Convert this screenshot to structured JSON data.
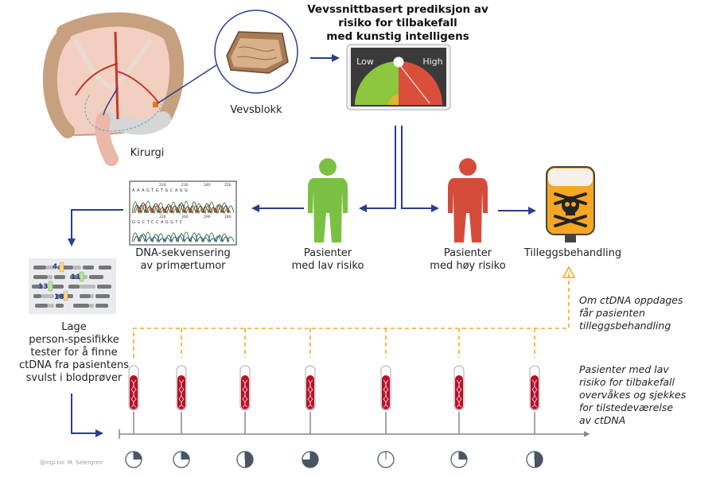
{
  "title_lines": [
    "Vevssnittbasert prediksjon av",
    "risiko for tilbakefall",
    "med kunstig intelligens"
  ],
  "gauge": {
    "low": "Low",
    "high": "High",
    "colors": {
      "low": "#8dc63f",
      "high": "#d94f3a",
      "yellow": "#f2b233"
    }
  },
  "labels": {
    "surgery": "Kirurgi",
    "tissue_block": "Vevsblokk",
    "low_risk": [
      "Pasienter",
      "med lav risiko"
    ],
    "high_risk": [
      "Pasienter",
      "med høy risiko"
    ],
    "extra_treatment": "Tilleggsbehandling",
    "dna_seq": [
      "DNA-sekvensering",
      "av primærtumor"
    ],
    "person_tests": [
      "Lage",
      "person-spesifikke",
      "tester for å finne",
      "ctDNA fra pasientens",
      "svulst i blodprøver"
    ]
  },
  "notes": {
    "ctdna_found": [
      "Om ctDNA oppdages",
      "får pasienten",
      "tilleggsbehandling"
    ],
    "monitoring": [
      "Pasienter med lav",
      "risiko for tilbakefall",
      "overvåkes og sjekkes",
      "for tilstedeværelse",
      "av ctDNA"
    ]
  },
  "seq_numbers": [
    "220",
    "230",
    "240",
    "250",
    "310",
    "300",
    "290",
    "280"
  ],
  "seq_bases": [
    "AAAGTGTGCAGG",
    "GGCTCCAGGTC"
  ],
  "chromosome_numbers": [
    "4",
    "11",
    "13",
    "18"
  ],
  "clock_fractions": [
    0.25,
    0.25,
    0.5,
    0.75,
    0,
    0.25,
    0.5
  ],
  "colors": {
    "arrow": "#2a3e8f",
    "dash": "#f5a623",
    "blood": "#b8102b",
    "low_person": "#7ac143",
    "high_person": "#d44b3a",
    "orange": "#f5a623"
  },
  "credit": "@icgi.no: M. Selergren"
}
